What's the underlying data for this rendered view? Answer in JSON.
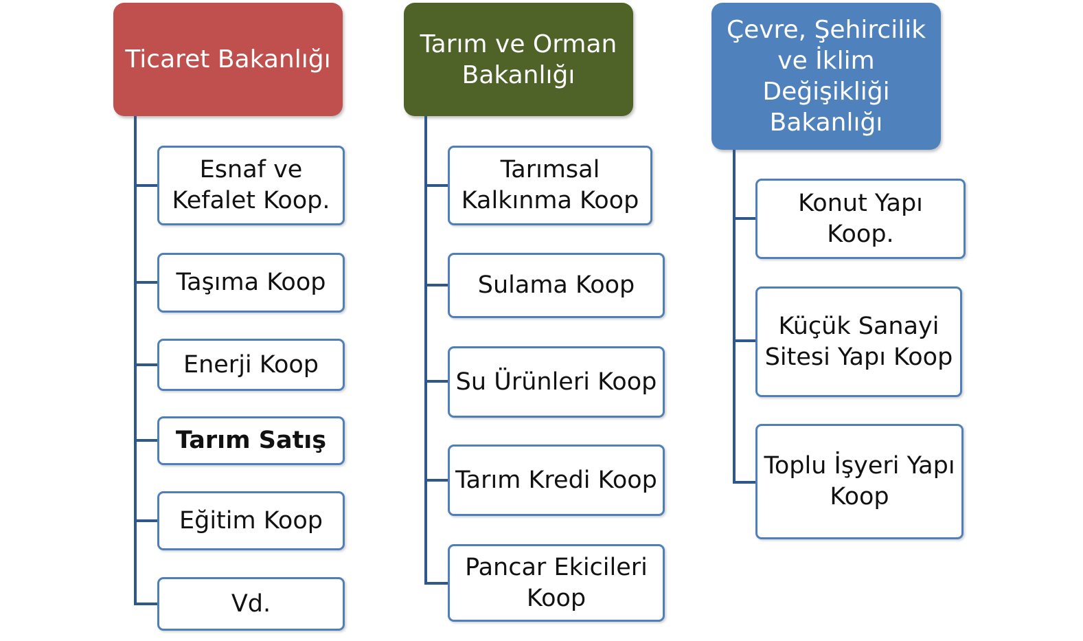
{
  "colors": {
    "header_1": "#c0504d",
    "header_2": "#4f6228",
    "header_3": "#4f81bd",
    "item_border": "#4e7fb8",
    "connector": "#2e578c"
  },
  "columns": [
    {
      "header": "Ticaret Bakanlığı",
      "items": [
        {
          "label": "Esnaf ve\nKefalet Koop."
        },
        {
          "label": "Taşıma Koop"
        },
        {
          "label": "Enerji Koop"
        },
        {
          "label": "Tarım Satış",
          "bold": true
        },
        {
          "label": "Eğitim Koop"
        },
        {
          "label": "Vd."
        }
      ]
    },
    {
      "header": "Tarım ve Orman\nBakanlığı",
      "items": [
        {
          "label": "Tarımsal\nKalkınma Koop"
        },
        {
          "label": "Sulama Koop"
        },
        {
          "label": "Su Ürünleri Koop"
        },
        {
          "label": "Tarım Kredi Koop"
        },
        {
          "label": "Pancar Ekicileri\nKoop"
        }
      ]
    },
    {
      "header": "Çevre, Şehircilik\nve İklim Değişikliği\nBakanlığı",
      "items": [
        {
          "label": "Konut Yapı\nKoop."
        },
        {
          "label": "Küçük Sanayi\nSitesi Yapı Koop"
        },
        {
          "label": "Toplu İşyeri Yapı\nKoop"
        }
      ]
    }
  ]
}
